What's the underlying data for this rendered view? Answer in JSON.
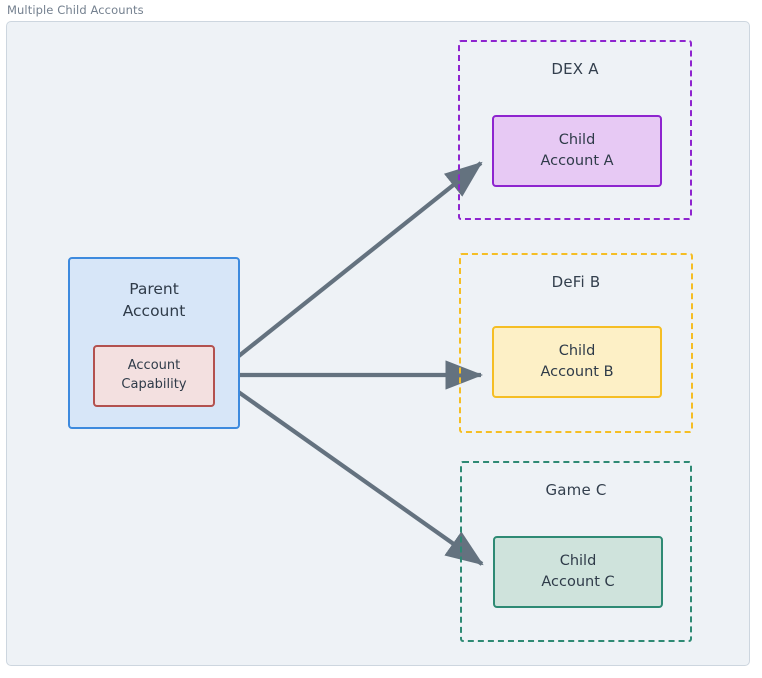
{
  "frame": {
    "title": "Multiple Child Accounts"
  },
  "diagram": {
    "type": "node-link",
    "background": "#eef2f6",
    "edge_color": "#64727f",
    "nodes": {
      "parent": {
        "label_line1": "Parent",
        "label_line2": "Account",
        "fill": "#d7e6f8",
        "stroke": "#3d8ade"
      },
      "capability": {
        "label_line1": "Account",
        "label_line2": "Capability",
        "fill": "#f3e0e0",
        "stroke": "#b3514f"
      },
      "child_a": {
        "label_line1": "Child",
        "label_line2": "Account A",
        "fill": "#e7c9f4",
        "stroke": "#8e24cf"
      },
      "child_b": {
        "label_line1": "Child",
        "label_line2": "Account B",
        "fill": "#fdf0c6",
        "stroke": "#f5be24"
      },
      "child_c": {
        "label_line1": "Child",
        "label_line2": "Account C",
        "fill": "#cfe3dc",
        "stroke": "#2e8a74"
      }
    },
    "clusters": {
      "dex": {
        "label": "DEX A",
        "stroke": "#8e24cf"
      },
      "defi": {
        "label": "DeFi B",
        "stroke": "#f5be24"
      },
      "game": {
        "label": "Game C",
        "stroke": "#2e8a74"
      }
    },
    "edges": [
      {
        "from": "capability",
        "to": "child_a"
      },
      {
        "from": "capability",
        "to": "child_b"
      },
      {
        "from": "capability",
        "to": "child_c"
      }
    ]
  }
}
